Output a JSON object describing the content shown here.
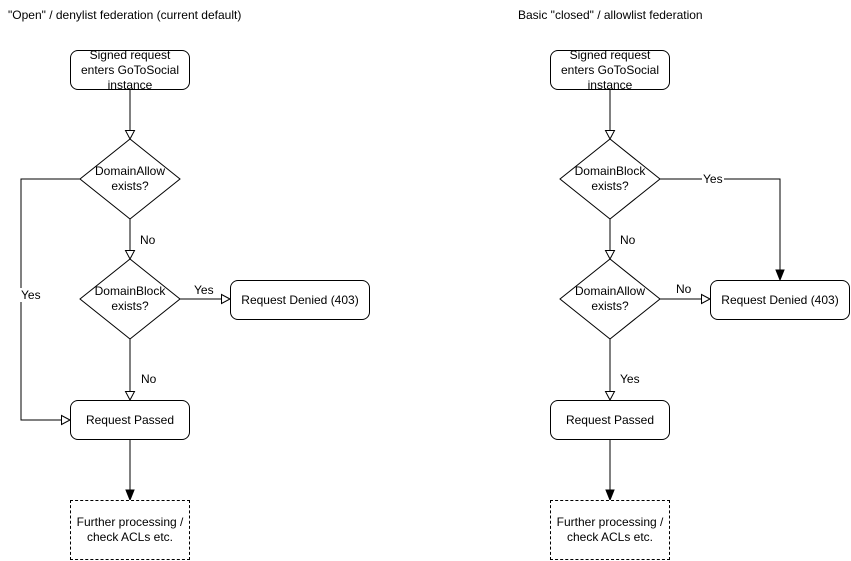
{
  "colors": {
    "background": "#ffffff",
    "stroke": "#000000",
    "text": "#000000"
  },
  "charts": [
    {
      "title": "\"Open\" / denylist federation (current default)",
      "start_label": "Signed request enters GoToSocial instance",
      "decision1_label": "DomainAllow exists?",
      "decision2_label": "DomainBlock exists?",
      "denied_label": "Request Denied (403)",
      "passed_label": "Request Passed",
      "further_label": "Further processing / check ACLs etc.",
      "edge_labels": {
        "d1_no": "No",
        "d1_yes": "Yes",
        "d2_yes": "Yes",
        "d2_no": "No"
      }
    },
    {
      "title": "Basic \"closed\" / allowlist federation",
      "start_label": "Signed request enters GoToSocial instance",
      "decision1_label": "DomainBlock exists?",
      "decision2_label": "DomainAllow exists?",
      "denied_label": "Request Denied (403)",
      "passed_label": "Request Passed",
      "further_label": "Further processing / check ACLs etc.",
      "edge_labels": {
        "d1_yes": "Yes",
        "d1_no": "No",
        "d2_no": "No",
        "d2_yes": "Yes"
      }
    }
  ]
}
